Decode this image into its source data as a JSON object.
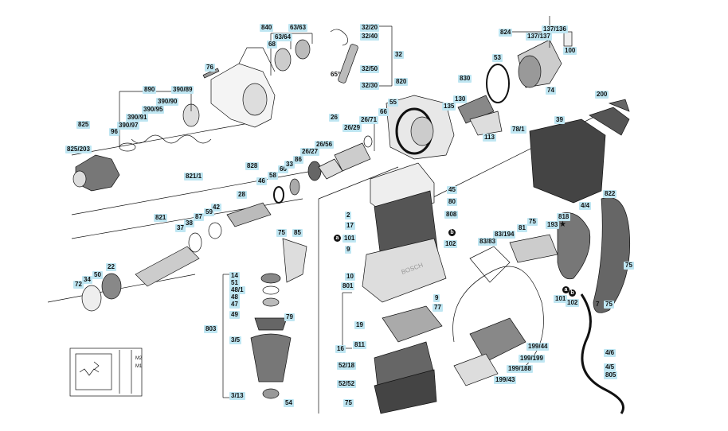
{
  "labels": {
    "l840": "840",
    "l6363": "63/63",
    "l6364": "63/64",
    "l68": "68",
    "l76": "76",
    "l3220": "32/20",
    "l3240": "32/40",
    "l32": "32",
    "l3250": "32/50",
    "l3230": "32/30",
    "l65": "65°",
    "l890": "890",
    "l39089": "390/89",
    "l39090": "390/90",
    "l39091": "390/91",
    "l39095": "390/95",
    "l39097": "390/97",
    "l96": "96",
    "l825": "825",
    "l825203": "825/203",
    "l820": "820",
    "l55": "55",
    "l66": "66",
    "l26": "26",
    "l2671": "26/71",
    "l2629": "26/29",
    "l2656": "26/56",
    "l2627": "26/27",
    "l8211": "821/1",
    "l828": "828",
    "l28": "28",
    "l46": "46",
    "l58": "58",
    "l60": "60",
    "l33": "33",
    "l86": "86",
    "l821": "821",
    "l42": "42",
    "l59": "59",
    "l87": "87",
    "l38": "38",
    "l37": "37",
    "l22": "22",
    "l50": "50",
    "l34": "34",
    "l72": "72",
    "l824": "824",
    "l137136": "137/136",
    "l137137": "137/137",
    "l53": "53",
    "l100": "100",
    "l830": "830",
    "l130": "130",
    "l135": "135",
    "l74": "74",
    "l781": "78/1",
    "l113": "113",
    "l200": "200",
    "l39": "39",
    "l822": "822",
    "l44": "4/4",
    "l818": "818",
    "l193": "193",
    "l75a": "75",
    "l81": "81",
    "l83194": "83/194",
    "l8383": "83/83",
    "l75b": "75",
    "l85": "85",
    "l14": "14",
    "l51": "51",
    "l481": "48/1",
    "l48": "48",
    "l47": "47",
    "l49": "49",
    "l79": "79",
    "l803": "803",
    "l35": "3/5",
    "l313": "3/13",
    "l54": "54",
    "l45": "45",
    "l80": "80",
    "l2": "2",
    "l808": "808",
    "l17": "17",
    "l101a": "101",
    "l102a": "102",
    "l9a": "9",
    "l10": "10",
    "l801": "801",
    "l9b": "9",
    "l77": "77",
    "l19": "19",
    "l811": "811",
    "l16": "16",
    "l5218": "52/18",
    "l5252": "52/52",
    "l75c": "75",
    "l75d": "75",
    "l101b": "101",
    "l102b": "102",
    "l7": "7",
    "l75e": "75",
    "l19944": "199/44",
    "l199199": "199/199",
    "l199188": "199/188",
    "l19943": "199/43",
    "l46b": "4/6",
    "l45b": "4/5",
    "l805": "805"
  },
  "markers": {
    "a": "a",
    "b": "b",
    "star": "★"
  },
  "colors": {
    "label_bg": "#bfe6f2",
    "line": "#111111",
    "part_dark": "#333333",
    "part_light": "#d9d9d9"
  }
}
